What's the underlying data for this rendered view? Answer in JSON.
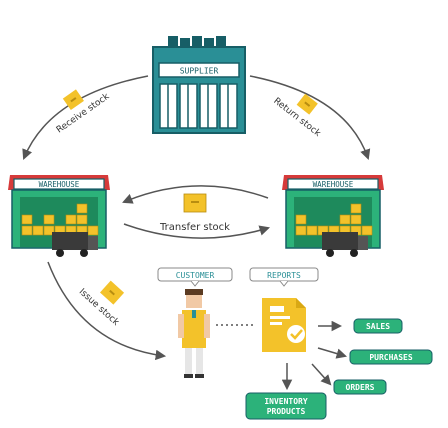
{
  "nodes": {
    "supplier": "SUPPLIER",
    "warehouse_left": "WAREHOUSE",
    "warehouse_right": "WAREHOUSE",
    "customer": "CUSTOMER",
    "reports": "REPORTS"
  },
  "flows": {
    "receive_stock": "Receive stock",
    "return_stock": "Return stock",
    "transfer_stock": "Transfer stock",
    "issue_stock": "Issue stock"
  },
  "outputs": {
    "sales": "SALES",
    "purchases": "PURCHASES",
    "orders": "ORDERS",
    "inventory_line1": "INVENTORY",
    "inventory_line2": "PRODUCTS"
  },
  "colors": {
    "teal": "#2a8f96",
    "dark_teal": "#175e66",
    "green": "#2cb27a",
    "gold": "#f3c22a",
    "red_roof": "#d63a3a",
    "arrow": "#555555"
  }
}
